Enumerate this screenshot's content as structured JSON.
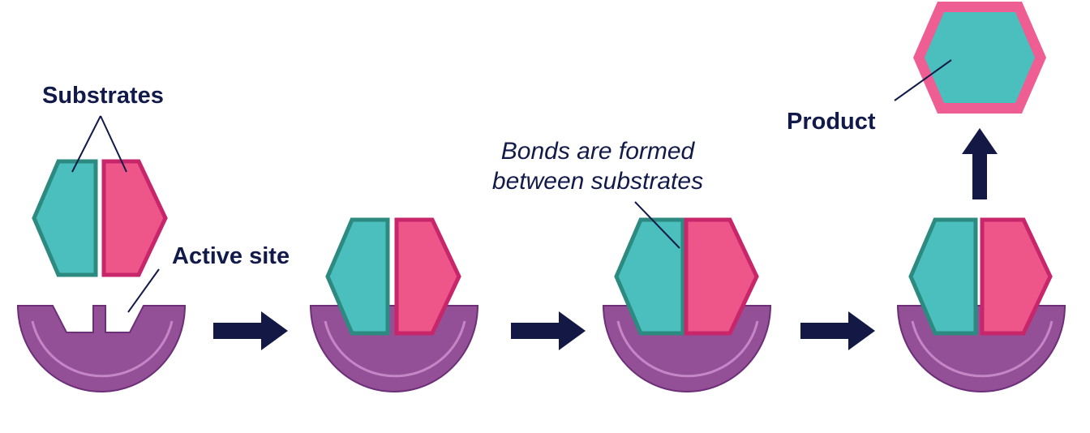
{
  "labels": {
    "substrates": "Substrates",
    "active_site": "Active site",
    "bonds_line1": "Bonds are formed",
    "bonds_line2": "between substrates",
    "product": "Product"
  },
  "colors": {
    "enzyme": "#935096",
    "enzyme_rim": "#c586c6",
    "enzyme_edge": "#6c2f78",
    "teal": "#4abfbd",
    "teal_border": "#2d8a80",
    "pink": "#ee5589",
    "pink_border": "#c8266a",
    "product_border": "#ee5e92",
    "arrow": "#141845",
    "text": "#121a4a"
  }
}
